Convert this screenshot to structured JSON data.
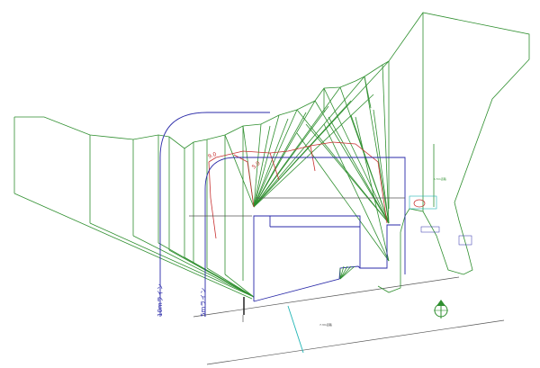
{
  "labels": {
    "line_10m": "10mライン",
    "line_5m": "5mライン",
    "road_label": "7.3m道路",
    "marker_1": "9.0",
    "marker_2": "5.0",
    "right_note": "1.5m道路"
  },
  "colors": {
    "shadow_lines": "#2f8f2f",
    "building_outline": "#2a2aa8",
    "sun_rays_red": "#c83030",
    "road_cyan": "#20b5b5"
  }
}
